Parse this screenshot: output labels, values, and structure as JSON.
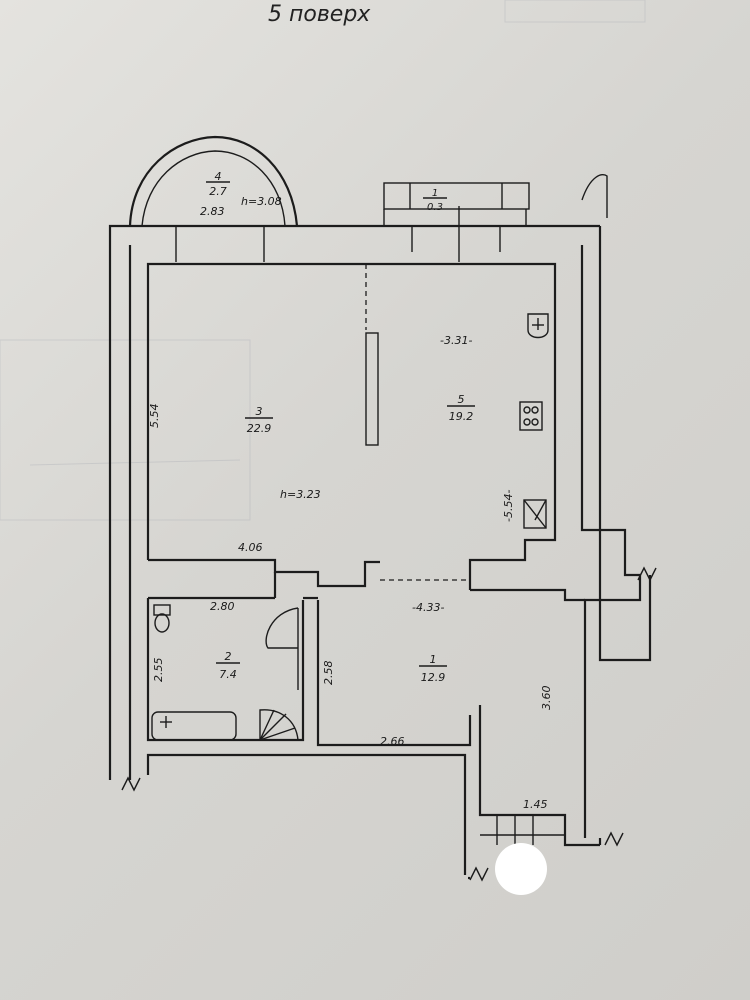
{
  "floor_title": "5 поверх",
  "rooms": [
    {
      "key": "balcony",
      "number": "4",
      "area": "2.7",
      "dimension": "2.83",
      "height": "h=3.08"
    },
    {
      "key": "loggia",
      "number": "1",
      "area": "0.3"
    },
    {
      "key": "room3",
      "number": "3",
      "area": "22.9",
      "height": "h=3.23",
      "width": "4.06",
      "length": "5.54"
    },
    {
      "key": "room5",
      "number": "5",
      "area": "19.2",
      "width": "-3.31-",
      "length": "-5.54-"
    },
    {
      "key": "bathroom",
      "number": "2",
      "area": "7.4",
      "width": "2.80",
      "length": "2.55"
    },
    {
      "key": "hall",
      "number": "1",
      "area": "12.9",
      "width": "-4.33-",
      "width2": "2.66",
      "length": "2.58",
      "side": "3.60"
    }
  ],
  "entrance": {
    "dimension": "1.45"
  },
  "colors": {
    "line": "#1c1c1c",
    "paper": "#dddcd8",
    "stamp": "#9c9fa8"
  }
}
